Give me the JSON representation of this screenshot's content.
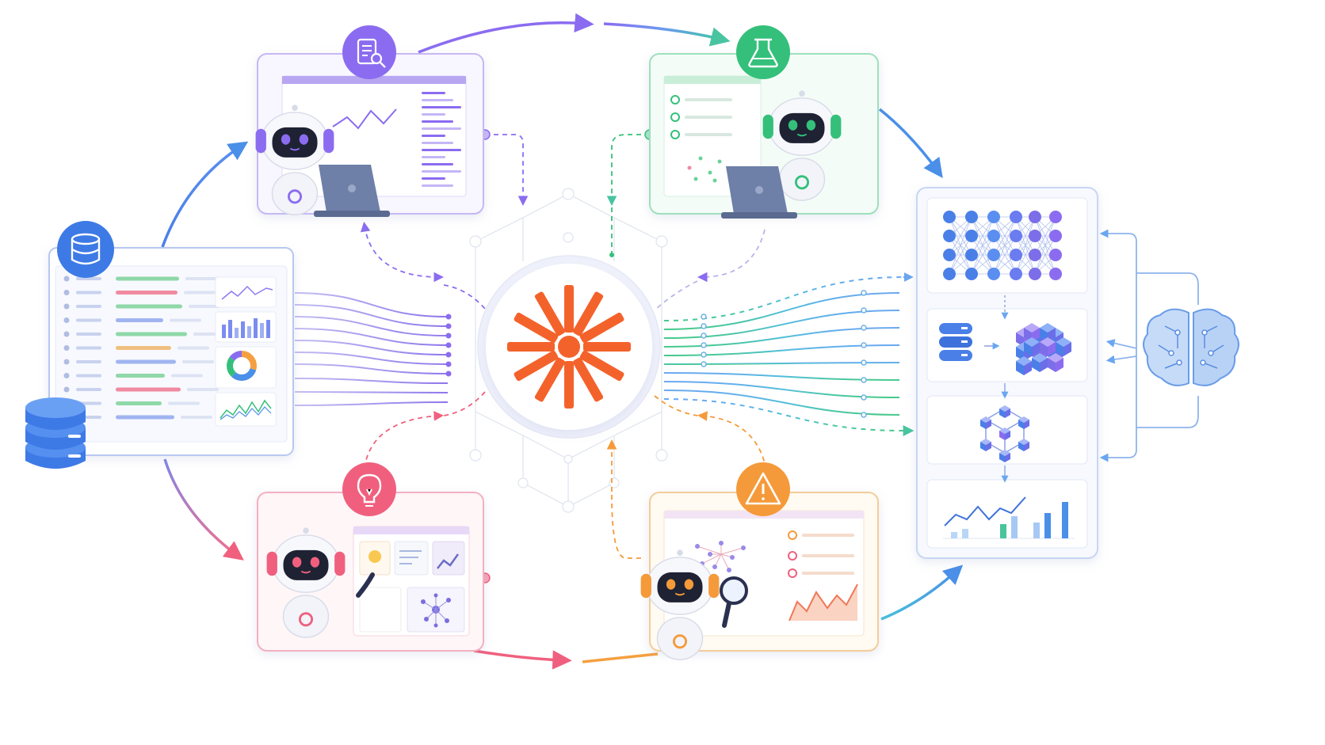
{
  "colors": {
    "purple": "#8b6cf0",
    "green": "#34c07a",
    "pink": "#f0607e",
    "orange": "#f59a3a",
    "blue": "#4a7fe8",
    "hub": "#f4622b",
    "light_blue": "#5aa0f0",
    "teal": "#36c9b0"
  },
  "nodes": [
    {
      "id": "data-source",
      "icon": "database-icon",
      "role": "data-source-panel"
    },
    {
      "id": "research-agent",
      "icon": "document-search-icon",
      "role": "agent"
    },
    {
      "id": "experiment-agent",
      "icon": "flask-icon",
      "role": "agent"
    },
    {
      "id": "ideation-agent",
      "icon": "lightbulb-icon",
      "role": "agent"
    },
    {
      "id": "risk-agent",
      "icon": "warning-icon",
      "role": "agent"
    },
    {
      "id": "model-pipeline",
      "icon": "neural-network-icon",
      "role": "output-stack"
    },
    {
      "id": "knowledge-brain",
      "icon": "brain-icon",
      "role": "memory"
    }
  ],
  "hub": {
    "icon": "starburst-icon"
  }
}
